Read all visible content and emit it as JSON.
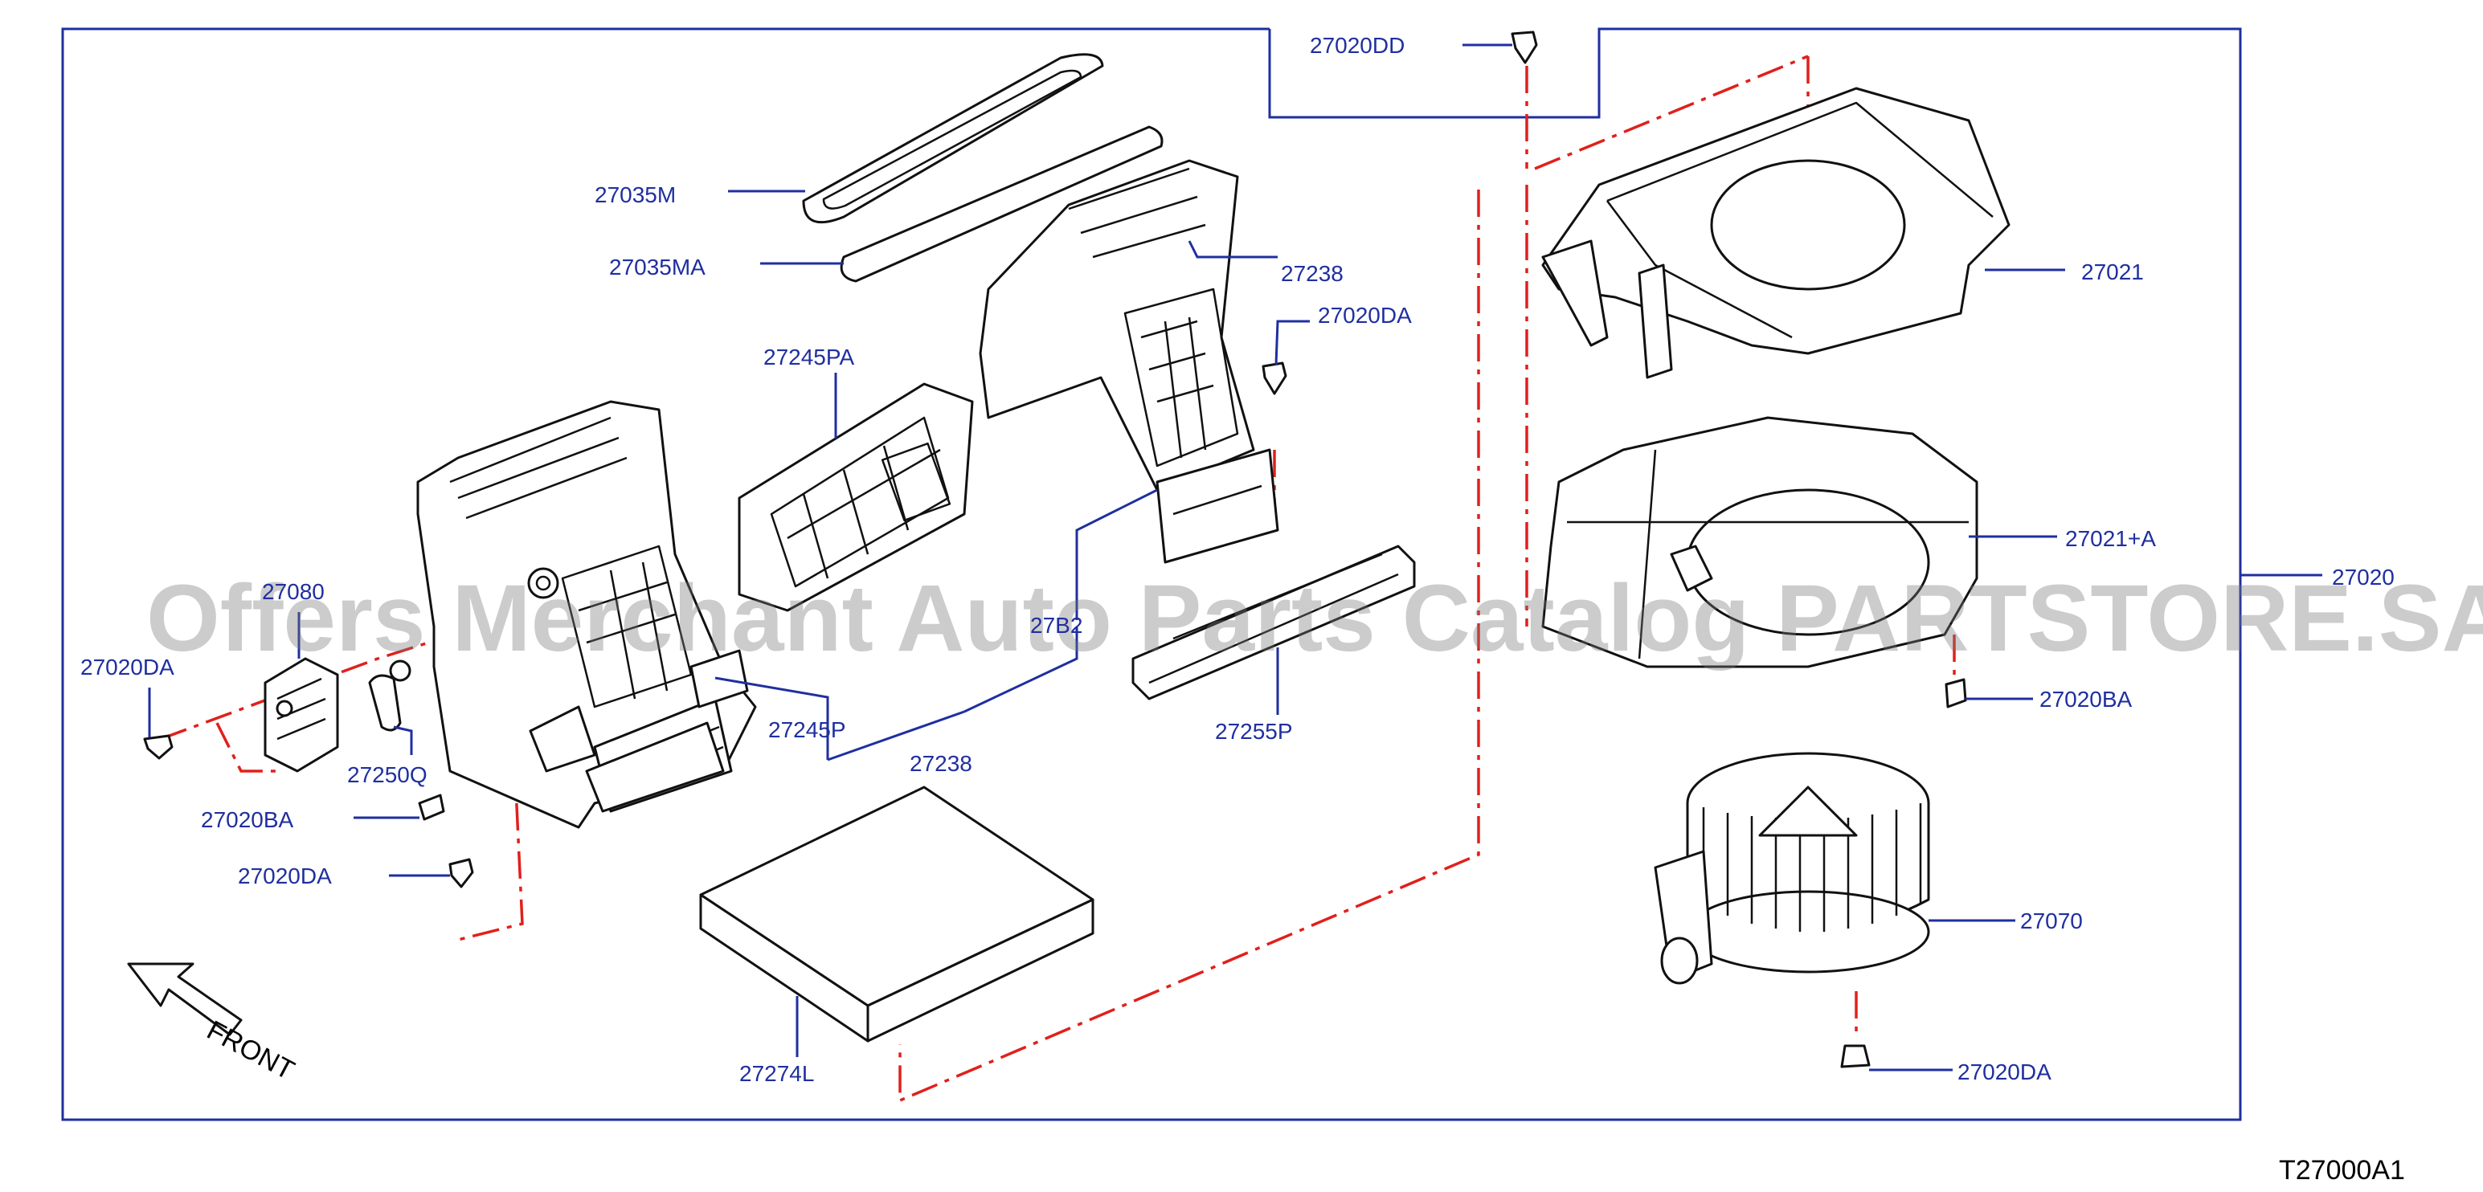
{
  "diagram": {
    "watermark": "Offers Merchant Auto Parts Catalog PARTSTORE.SA",
    "drawing_code": "T27000A1",
    "front_label": "FRONT",
    "callouts": [
      "27020DD",
      "27035M",
      "27035MA",
      "27238",
      "27020DA",
      "27245PA",
      "27021",
      "27021+A",
      "27020",
      "27080",
      "27020DA",
      "27B2",
      "27245P",
      "27238",
      "27255P",
      "27020BA",
      "27250Q",
      "27020BA",
      "27020DA",
      "27070",
      "27274L",
      "27020DA"
    ]
  },
  "colors": {
    "callout": "#1f2fa0",
    "assembly_line": "#e0201c",
    "ink": "#111111"
  }
}
